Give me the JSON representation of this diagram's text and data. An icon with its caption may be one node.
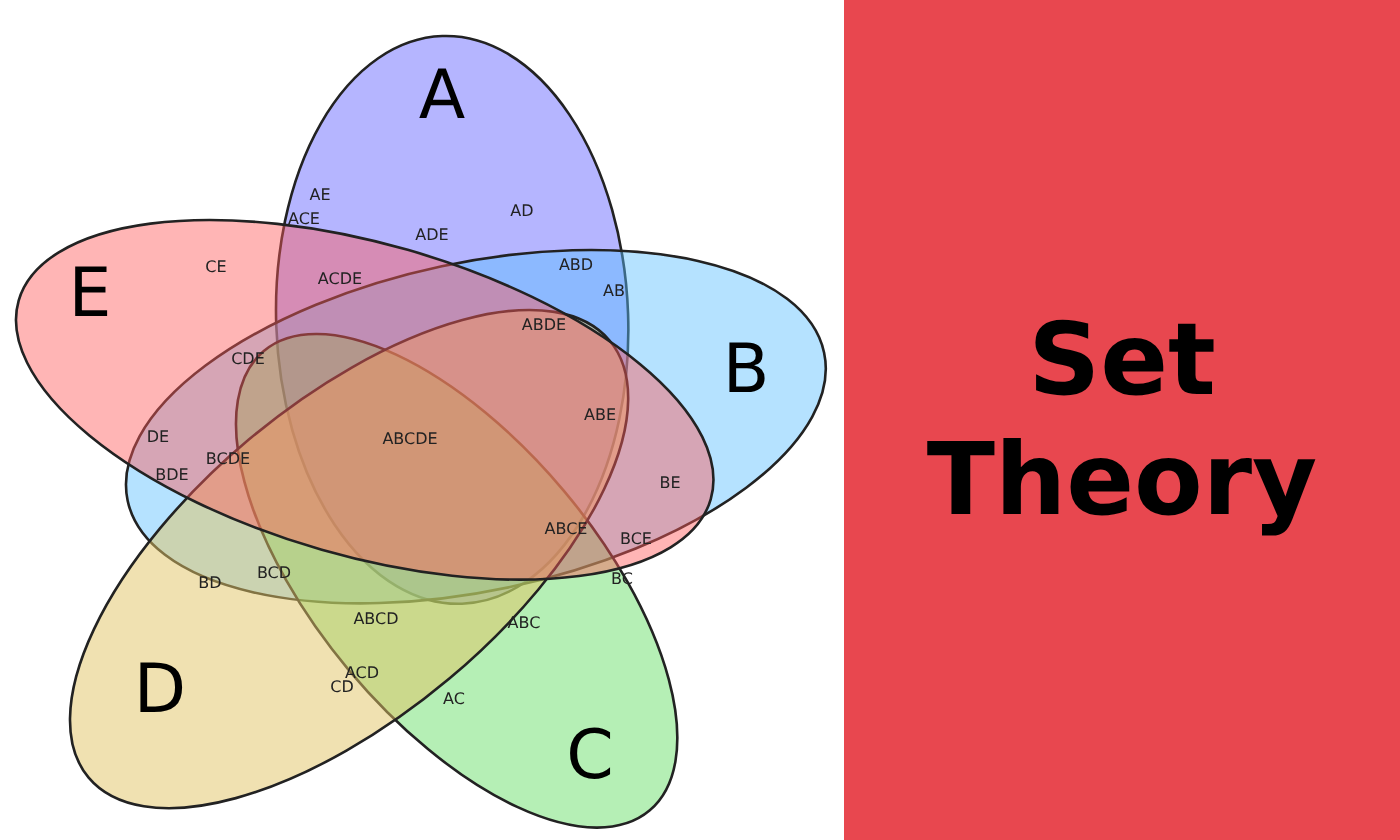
{
  "diagram": {
    "nodes": [
      {
        "text": [
          "A"
        ]
      },
      {
        "text": [
          "B"
        ]
      },
      {
        "text": [
          "C"
        ]
      },
      {
        "text": [
          "D"
        ]
      },
      {
        "text": [
          "E"
        ]
      },
      {
        "text": [
          "Set Theory"
        ]
      }
    ],
    "labels": [
      "AE",
      "AD",
      "ACE",
      "ADE",
      "ABD",
      "CE",
      "ACDE",
      "AB",
      "ABDE",
      "CDE",
      "ABE",
      "ABCDE",
      "DE",
      "BCDE",
      "BDE",
      "BE",
      "ABCE",
      "BCE",
      "BD",
      "BCD",
      "BC",
      "ABC",
      "ABCD",
      "ACD",
      "CD",
      "AC"
    ]
  }
}
